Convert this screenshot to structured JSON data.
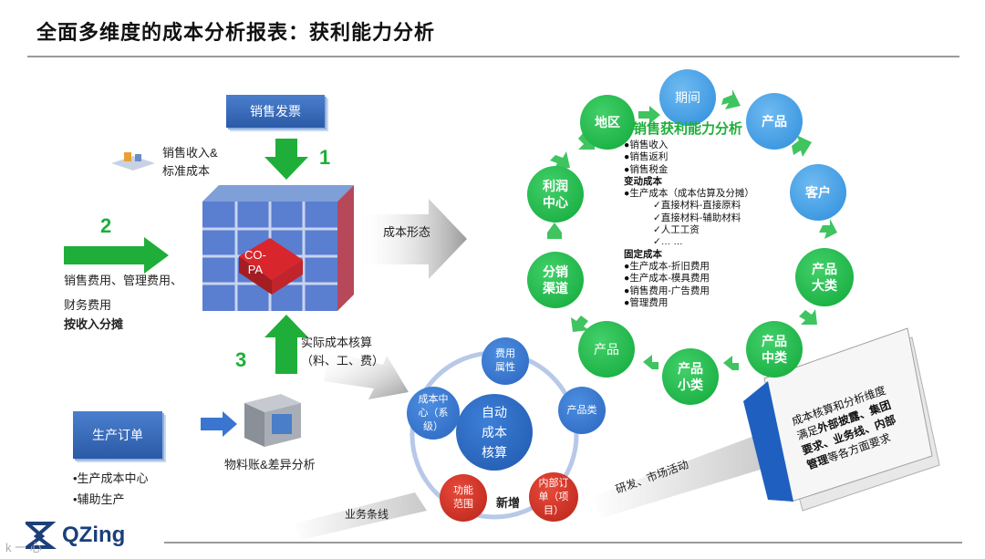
{
  "title": "全面多维度的成本分析报表：获利能力分析",
  "sales_invoice": "销售发票",
  "sales_revenue_label": "销售收入&\n标准成本",
  "step1": "1",
  "step2": "2",
  "step3": "3",
  "expenses_label": "销售费用、管理费用、\n财务费用",
  "allocate_label": "按收入分摊",
  "copa_label": "CO-\nPA",
  "actual_cost_label": "实际成本核算\n（料、工、费）",
  "production_order": "生产订单",
  "production_bullets": [
    "•生产成本中心",
    "•辅助生产"
  ],
  "material_ledger": "物料账&差异分析",
  "cost_form": "成本形态",
  "business_line": "业务条线",
  "rnd_market": "研发、市场活动",
  "auto_center": "自动\n成本\n核算",
  "new_add": "新增",
  "inner_nodes": {
    "expense_attr": "费用\n属性",
    "product_class": "产品类",
    "internal_order": "内部订\n单（项\n目）",
    "function_scope": "功能\n范围",
    "cost_center": "成本中\n心（系\n级）"
  },
  "ring_nodes": {
    "period": "期间",
    "product": "产品",
    "customer": "客户",
    "product_major": "产品\n大类",
    "product_mid": "产品\n中类",
    "product_minor": "产品\n小类",
    "product2": "产品",
    "channel": "分销\n渠道",
    "profit_center": "利润\n中心",
    "region": "地区"
  },
  "profit_title": "销售获利能力分析",
  "profit_list": [
    "●销售收入",
    "●销售返利",
    "●销售税金",
    "变动成本",
    "●生产成本（成本估算及分摊）",
    "✓直接材料-直接原料",
    "✓直接材料-辅助材料",
    "✓人工工资",
    "✓… …",
    "固定成本",
    "●生产成本-折旧费用",
    "●生产成本-模具费用",
    "●销售费用-广告费用",
    "●管理费用"
  ],
  "paper_text": [
    "成本核算和分析维度",
    "满足",
    "外部披露、集团",
    "要求、业务线、内部",
    "管理",
    "等各方面要求"
  ],
  "logo_text": "QZing",
  "watermark": "k 一 心"
}
